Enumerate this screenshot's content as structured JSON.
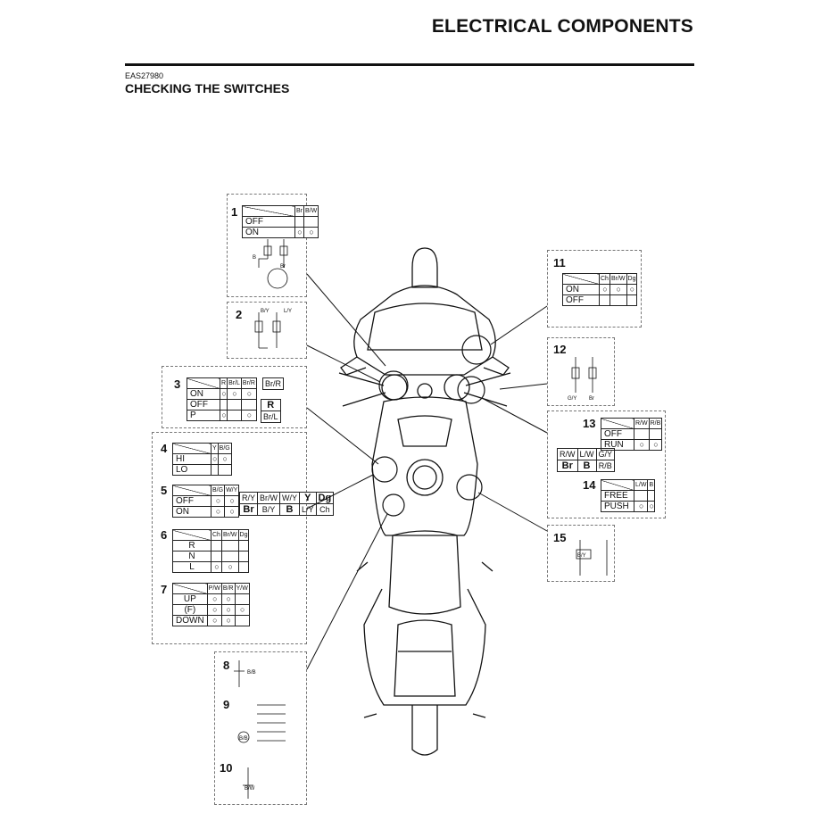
{
  "header": {
    "title": "ELECTRICAL COMPONENTS"
  },
  "section": {
    "code": "EAS27980",
    "title": "CHECKING THE SWITCHES"
  },
  "switches": [
    {
      "num": "1",
      "cols": [
        "Br",
        "B/W"
      ],
      "rows": [
        {
          "label": "OFF",
          "marks": [
            "",
            ""
          ]
        },
        {
          "label": "ON",
          "marks": [
            "○",
            "○"
          ]
        }
      ],
      "wires": [
        "B",
        "Br"
      ]
    },
    {
      "num": "2",
      "wires": [
        "B/Y",
        "L/Y"
      ]
    },
    {
      "num": "3",
      "cols": [
        "R",
        "Br/L",
        "Br/R"
      ],
      "rows": [
        {
          "label": "ON",
          "marks": [
            "○",
            "○",
            "○"
          ]
        },
        {
          "label": "OFF",
          "marks": [
            "",
            "",
            ""
          ]
        },
        {
          "label": "P",
          "marks": [
            "○",
            "",
            "○"
          ]
        }
      ],
      "connector": [
        "Br/R",
        "R",
        "Br/L"
      ]
    },
    {
      "num": "4",
      "cols": [
        "Y",
        "B/G"
      ],
      "rows": [
        {
          "label": "HI",
          "marks": [
            "○",
            "○"
          ]
        },
        {
          "label": "LO",
          "marks": [
            "",
            ""
          ]
        }
      ]
    },
    {
      "num": "5",
      "cols": [
        "B/G",
        "W/Y"
      ],
      "rows": [
        {
          "label": "OFF",
          "marks": [
            "○",
            "○"
          ]
        },
        {
          "label": "ON",
          "marks": [
            "○",
            "○"
          ]
        }
      ],
      "connector_top": [
        "R/Y",
        "Br/W",
        "W/Y",
        "Y",
        "Dg"
      ],
      "connector_bottom": [
        "Br",
        "B/Y",
        "B",
        "L/Y",
        "Ch"
      ]
    },
    {
      "num": "6",
      "cols": [
        "Ch",
        "Br/W",
        "Dg"
      ],
      "rows": [
        {
          "label": "R",
          "marks": [
            "",
            "",
            ""
          ]
        },
        {
          "label": "N",
          "marks": [
            "",
            "",
            ""
          ]
        },
        {
          "label": "L",
          "marks": [
            "○",
            "○",
            ""
          ]
        }
      ]
    },
    {
      "num": "7",
      "cols": [
        "P/W",
        "B/R",
        "Y/W"
      ],
      "rows": [
        {
          "label": "UP",
          "marks": [
            "○",
            "○",
            ""
          ]
        },
        {
          "label": "(F)",
          "marks": [
            "○",
            "○",
            "○"
          ]
        },
        {
          "label": "DOWN",
          "marks": [
            "○",
            "○",
            ""
          ]
        }
      ]
    },
    {
      "num": "8",
      "wires": [
        "B/B"
      ]
    },
    {
      "num": "9",
      "wires": [
        "B/B"
      ]
    },
    {
      "num": "10",
      "wires": [
        "B/W"
      ]
    },
    {
      "num": "11",
      "cols": [
        "Ch",
        "Br/W",
        "Dg"
      ],
      "rows": [
        {
          "label": "ON",
          "marks": [
            "○",
            "○",
            "○"
          ]
        },
        {
          "label": "OFF",
          "marks": [
            "",
            "",
            ""
          ]
        }
      ]
    },
    {
      "num": "12",
      "wires": [
        "G/Y",
        "Br"
      ]
    },
    {
      "num": "13",
      "cols": [
        "R/W",
        "R/B"
      ],
      "rows": [
        {
          "label": "OFF",
          "marks": [
            "",
            ""
          ]
        },
        {
          "label": "RUN",
          "marks": [
            "○",
            "○"
          ]
        }
      ],
      "connector_top": [
        "R/W",
        "L/W",
        "G/Y"
      ],
      "connector_bottom": [
        "Br",
        "B",
        "R/B"
      ]
    },
    {
      "num": "14",
      "cols": [
        "L/W",
        "B"
      ],
      "rows": [
        {
          "label": "FREE",
          "marks": [
            "",
            ""
          ]
        },
        {
          "label": "PUSH",
          "marks": [
            "○",
            "○"
          ]
        }
      ]
    },
    {
      "num": "15",
      "wires": [
        "B/Y"
      ]
    }
  ]
}
